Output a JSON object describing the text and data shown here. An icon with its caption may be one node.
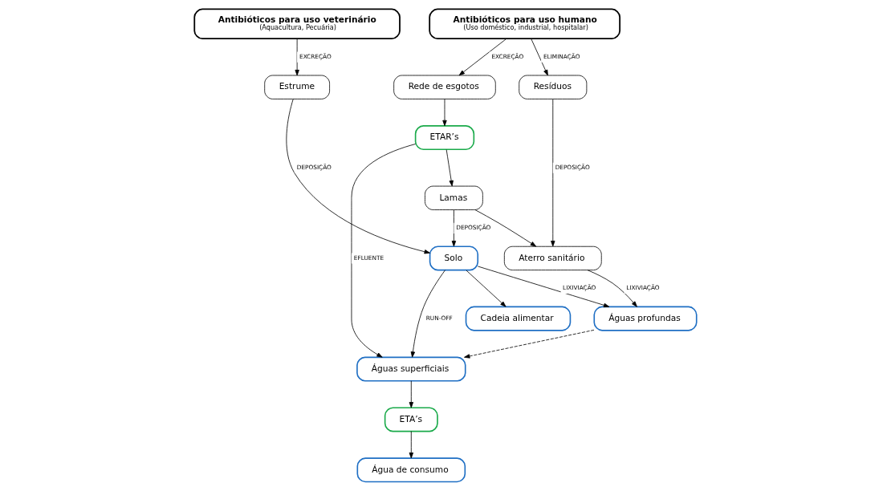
{
  "diagram": {
    "nodes": [
      {
        "text": [
          "Antibióticos para uso humano",
          "(Uso doméstico, industrial, hospitalar)"
        ]
      },
      {
        "text": [
          "Antibióticos para uso veterinário",
          "(Aquacultura, Pecuária)"
        ]
      },
      {
        "text": [
          "Resíduos"
        ]
      },
      {
        "text": [
          "Rede de esgotos"
        ]
      },
      {
        "text": [
          "Estrume"
        ]
      },
      {
        "text": [
          "ETAR’s"
        ]
      },
      {
        "text": [
          "Aterro sanitário"
        ]
      },
      {
        "text": [
          "Solo"
        ]
      },
      {
        "text": [
          "Lamas"
        ]
      },
      {
        "text": [
          "Águas superficiais"
        ]
      },
      {
        "text": [
          "Cadeia alimentar"
        ]
      },
      {
        "text": [
          "Águas profundas"
        ]
      },
      {
        "text": [
          "ETA’s"
        ]
      },
      {
        "text": [
          "Água de consumo"
        ]
      }
    ],
    "edges": [
      {
        "from": 0,
        "to": 2,
        "arrow": "to",
        "label": "ELIMINAÇÃO"
      },
      {
        "from": 0,
        "to": 3,
        "arrow": "to",
        "label": "EXCREÇÃO"
      },
      {
        "from": 1,
        "to": 4,
        "arrow": "to",
        "label": "EXCREÇÃO"
      },
      {
        "from": 2,
        "to": 6,
        "arrow": "to",
        "label": "DEPOSIÇÃO"
      },
      {
        "from": 3,
        "to": 5,
        "arrow": "to"
      },
      {
        "from": 4,
        "to": 7,
        "arrow": "to",
        "label": "DEPOSIÇÃO"
      },
      {
        "from": 5,
        "to": 8,
        "arrow": "to"
      },
      {
        "from": 5,
        "to": 9,
        "arrow": "to",
        "label": "EFLUENTE"
      },
      {
        "from": 8,
        "to": 6,
        "arrow": "to"
      },
      {
        "from": 7,
        "to": 9,
        "arrow": "to",
        "label": "RUN-OFF"
      },
      {
        "from": 7,
        "to": 10,
        "arrow": "to"
      },
      {
        "from": 6,
        "to": 11,
        "arrow": "to",
        "label": "LIXIVIAÇÃO"
      },
      {
        "from": 11,
        "to": 9,
        "arrow": "to",
        "style": "dashed"
      },
      {
        "from": 9,
        "to": 12,
        "arrow": "to"
      },
      {
        "from": 12,
        "to": 13,
        "arrow": "to"
      },
      {
        "from": 8,
        "to": 7,
        "arrow": "to",
        "label": "DEPOSIÇÃO"
      },
      {
        "from": 7,
        "to": 11,
        "arrow": "to",
        "label": "LIXIVIAÇÃO"
      }
    ]
  }
}
